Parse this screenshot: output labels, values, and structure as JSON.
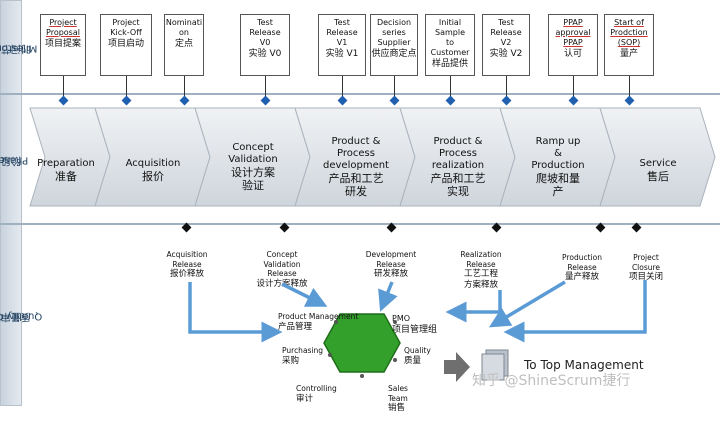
{
  "row_labels": {
    "milestones": {
      "en": "Milestones",
      "cn": "时间节点"
    },
    "phases": {
      "en": "Phases",
      "cn": "阶段"
    },
    "quality_gate": {
      "en": "Quality Gate",
      "cn": "质量审核"
    }
  },
  "milestones": [
    {
      "en": "Project\nProposal",
      "cn": "项目提案"
    },
    {
      "en": "Project\nKick-Off",
      "cn": "项目启动"
    },
    {
      "en": "Nominati\non",
      "cn": "定点"
    },
    {
      "en": "Test\nRelease\nV0",
      "cn": "实验 V0"
    },
    {
      "en": "Test\nRelease\nV1",
      "cn": "实验 V1"
    },
    {
      "en": "Decision\nseries\nSupplier",
      "cn": "供应商定点"
    },
    {
      "en": "Initial\nSample\nto\nCustomer",
      "cn": "样品提供"
    },
    {
      "en": "Test\nRelease\nV2",
      "cn": "实验 V2"
    },
    {
      "en": "PPAP\napproval\nPPAP",
      "cn": "认可"
    },
    {
      "en": "Start of\nProdction\n(SOP)",
      "cn": "量产"
    }
  ],
  "phases": [
    {
      "en": "Preparation",
      "cn": "准备"
    },
    {
      "en": "Acquisition",
      "cn": "报价"
    },
    {
      "en": "Concept\nValidation",
      "cn": "设计方案\n验证"
    },
    {
      "en": "Product &\nProcess\ndevelopment",
      "cn": "产品和工艺\n研发"
    },
    {
      "en": "Product &\nProcess\nrealization",
      "cn": "产品和工艺\n实现"
    },
    {
      "en": "Ramp up\n&\nProduction",
      "cn": "爬坡和量\n产"
    },
    {
      "en": "Service",
      "cn": "售后"
    }
  ],
  "gates": [
    {
      "en": "Acquisition\nRelease",
      "cn": "报价释放"
    },
    {
      "en": "Concept\nValidation\nRelease",
      "cn": "设计方案释放"
    },
    {
      "en": "Development\nRelease",
      "cn": "研发释放"
    },
    {
      "en": "Realization\nRelease",
      "cn": "工艺工程\n方案释放"
    },
    {
      "en": "Production\nRelease",
      "cn": "量产释放"
    },
    {
      "en": "Project\nClosure",
      "cn": "项目关闭"
    }
  ],
  "pmo": {
    "en": "PMO",
    "cn": "项目管理组"
  },
  "nodes": {
    "product_management": {
      "en": "Product Management",
      "cn": "产品管理"
    },
    "purchasing": {
      "en": "Purchasing",
      "cn": "采购"
    },
    "quality": {
      "en": "Quality",
      "cn": "质量"
    },
    "controlling": {
      "en": "Controlling",
      "cn": "审计"
    },
    "sales_team": {
      "en": "Sales\nTeam",
      "cn": "销售"
    }
  },
  "top_management": "To Top Management",
  "watermark": "知乎 @ShineScrum捷行",
  "colors": {
    "chevron": "#dfe3e8",
    "arrow": "#5b9bd5",
    "hexagon": "#33a02c",
    "diamond_blue": "#1f5fb0"
  }
}
